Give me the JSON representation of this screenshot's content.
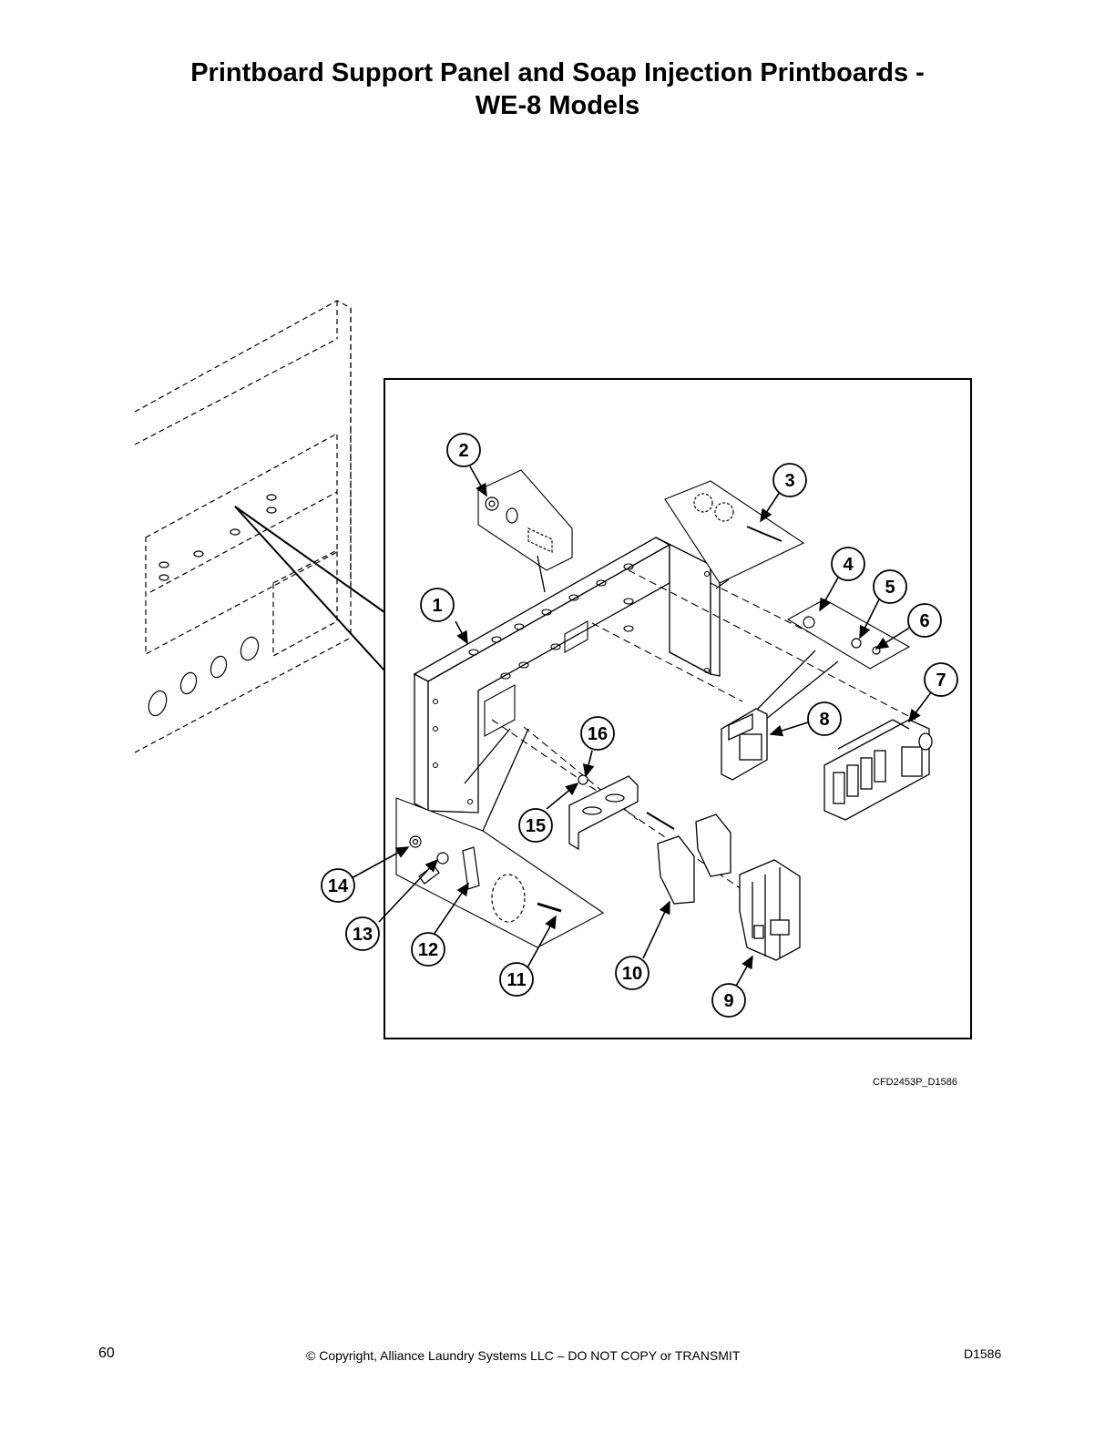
{
  "page": {
    "title_line1": "Printboard Support Panel and Soap Injection Printboards -",
    "title_line2": "WE-8 Models",
    "figure_code": "CFD2453P_D1586",
    "page_number": "60",
    "copyright": "© Copyright, Alliance Laundry Systems LLC – DO NOT COPY or TRANSMIT",
    "doc_id": "D1586"
  },
  "callouts": {
    "c1": "1",
    "c2": "2",
    "c3": "3",
    "c4": "4",
    "c5": "5",
    "c6": "6",
    "c7": "7",
    "c8": "8",
    "c9": "9",
    "c10": "10",
    "c11": "11",
    "c12": "12",
    "c13": "13",
    "c14": "14",
    "c15": "15",
    "c16": "16"
  }
}
